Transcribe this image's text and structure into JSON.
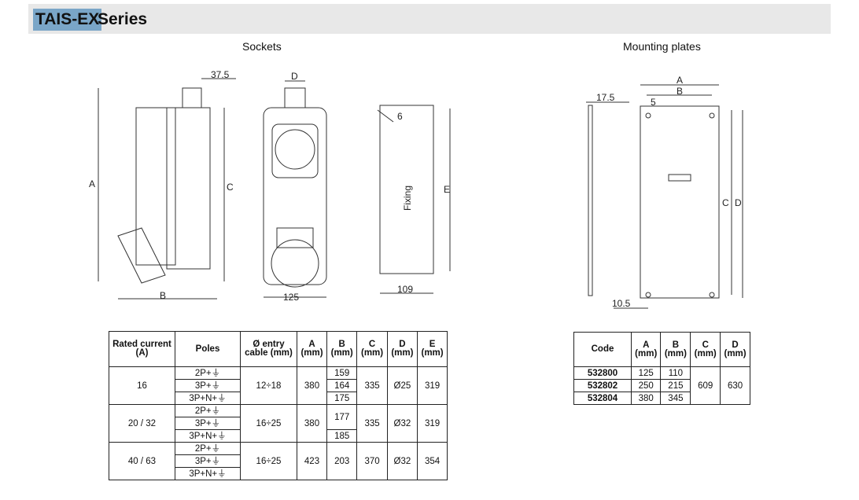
{
  "header": {
    "series": "TAIS-EX",
    "suffix": "Series"
  },
  "sockets": {
    "title": "Sockets",
    "dims": {
      "top": "37.5",
      "d": "D",
      "a": "A",
      "c": "C",
      "b": "B",
      "w": "125",
      "e": "E",
      "fix": "Fixing",
      "w2": "109",
      "r": "6"
    }
  },
  "plates": {
    "title": "Mounting plates",
    "dims": {
      "a": "A",
      "b": "B",
      "t": "17.5",
      "five": "5",
      "c": "C",
      "d": "D",
      "bot": "10.5"
    }
  },
  "sockets_table": {
    "headers": [
      "Rated current (A)",
      "Poles",
      "Ø entry cable (mm)",
      "A (mm)",
      "B (mm)",
      "C (mm)",
      "D (mm)",
      "E (mm)"
    ],
    "poles": [
      "2P+⏚",
      "3P+⏚",
      "3P+N+⏚"
    ],
    "groups": [
      {
        "current": "16",
        "entry": "12÷18",
        "a": "380",
        "b": [
          "159",
          "164",
          "175"
        ],
        "c": "335",
        "d": "Ø25",
        "e": "319"
      },
      {
        "current": "20 / 32",
        "entry": "16÷25",
        "a": "380",
        "b": [
          "177",
          "185"
        ],
        "c": "335",
        "d": "Ø32",
        "e": "319"
      },
      {
        "current": "40 / 63",
        "entry": "16÷25",
        "a": "423",
        "b": [
          "203"
        ],
        "c": "370",
        "d": "Ø32",
        "e": "354"
      }
    ]
  },
  "plates_table": {
    "headers": [
      "Code",
      "A (mm)",
      "B (mm)",
      "C (mm)",
      "D (mm)"
    ],
    "rows": [
      {
        "code": "532800",
        "a": "125",
        "b": "110"
      },
      {
        "code": "532802",
        "a": "250",
        "b": "215"
      },
      {
        "code": "532804",
        "a": "380",
        "b": "345"
      }
    ],
    "c": "609",
    "d": "630"
  }
}
